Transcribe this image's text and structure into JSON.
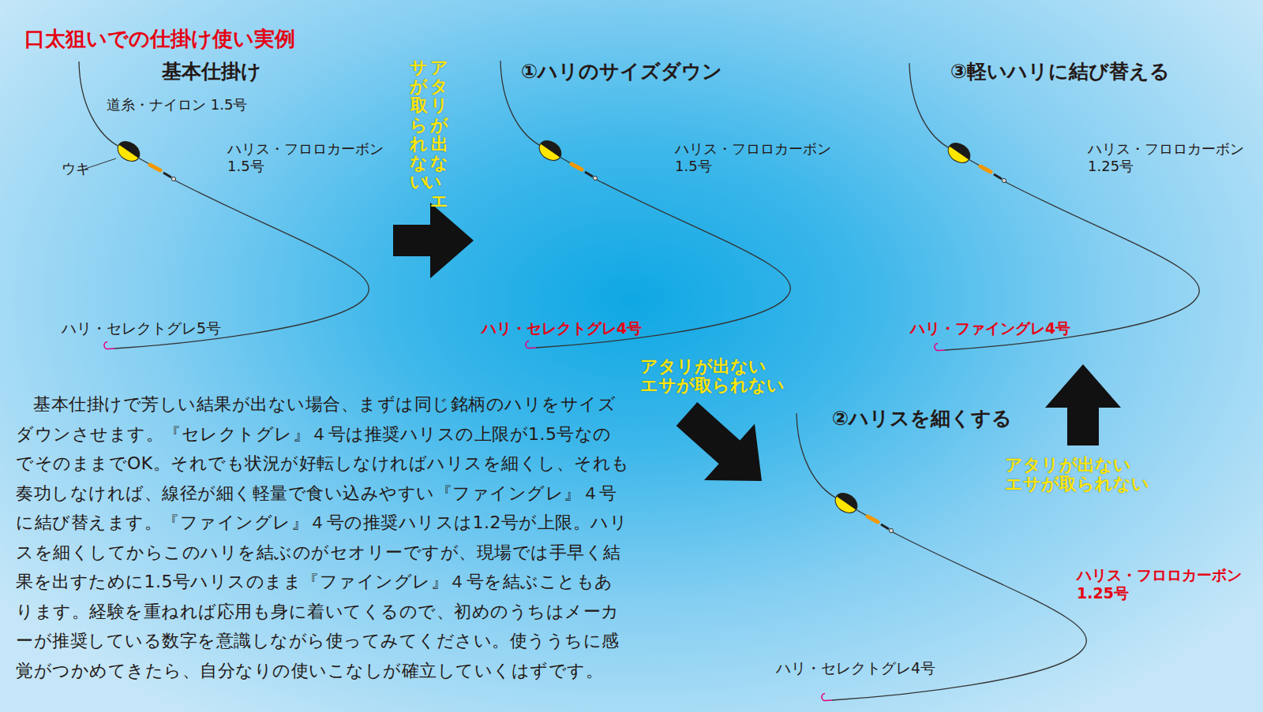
{
  "diagram": {
    "title": "口太狙いでの仕掛け使い実例",
    "nodes": [
      {
        "text": [
          "基本仕掛け",
          "道糸・ナイロン 1.5号",
          "ウキ",
          "ハリス・フロロカーボン 1.5号",
          "ハリ・セレクトグレ5号"
        ]
      },
      {
        "text": [
          "①ハリのサイズダウン",
          "ハリス・フロロカーボン 1.5号",
          "ハリ・セレクトグレ4号"
        ]
      },
      {
        "text": [
          "②ハリスを細くする",
          "ハリス・フロロカーボン 1.25号",
          "ハリ・セレクトグレ4号"
        ]
      },
      {
        "text": [
          "③軽いハリに結び替える",
          "ハリス・フロロカーボン 1.25号",
          "ハリ・ファイングレ4号"
        ]
      }
    ],
    "edges": [
      {
        "from": 0,
        "to": 1,
        "arrow": "to",
        "label": "アタリが出ない エサが取られない"
      },
      {
        "from": 1,
        "to": 2,
        "arrow": "to",
        "label": "アタリが出ない エサが取られない"
      },
      {
        "from": 2,
        "to": 3,
        "arrow": "to",
        "label": "アタリが出ない エサが取られない"
      }
    ],
    "labels": [
      "基本仕掛けで芳しい結果が出ない場合、まずは同じ銘柄のハリをサイズダウンさせます。『セレクトグレ』４号は推奨ハリスの上限が1.5号なのでそのままでOK。それでも状況が好転しなければハリスを細くし、それも奏功しなければ、線径が細く軽量で食い込みやすい『ファイングレ』４号に結び替えます。『ファイングレ』４号の推奨ハリスは1.2号が上限。ハリスを細くしてからこのハリを結ぶのがセオリーですが、現場では手早く結果を出すために1.5号ハリスのまま『ファイングレ』４号を結ぶこともあります。経験を重ねれば応用も身に着いてくるので、初めのうちはメーカーが推奨している数字を意識しながら使ってみてください。使ううちに感覚がつかめてきたら、自分なりの使いこなしが確立していくはずです。"
    ]
  }
}
